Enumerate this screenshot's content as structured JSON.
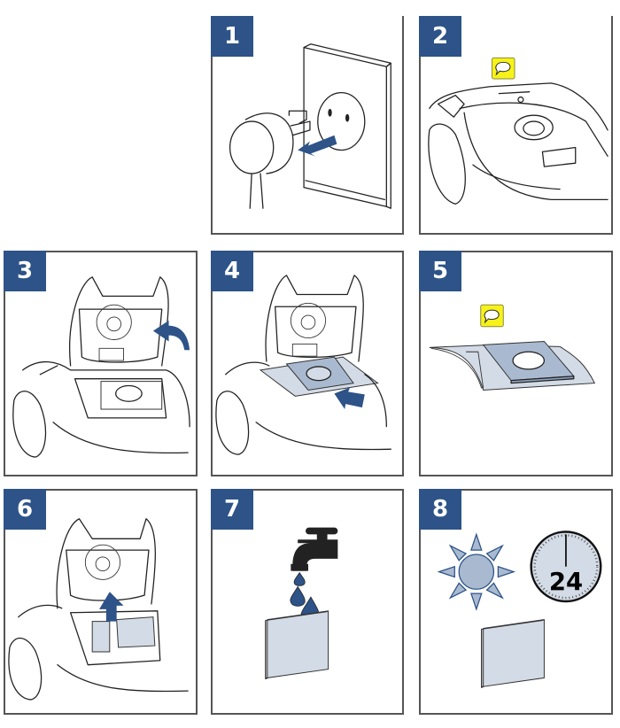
{
  "document": {
    "type": "instruction-steps",
    "subject": "vacuum cleaner dust bag / filter replacement"
  },
  "steps": [
    {
      "number": "1",
      "description": "unplug-from-wall-socket",
      "icons": [
        "plug-icon",
        "wall-socket-icon",
        "arrow-left-icon"
      ]
    },
    {
      "number": "2",
      "description": "vacuum-cleaner-closed",
      "icons": [
        "vacuum-cleaner-icon",
        "note-icon"
      ]
    },
    {
      "number": "3",
      "description": "open-lid",
      "icons": [
        "vacuum-open-icon",
        "curved-arrow-icon"
      ]
    },
    {
      "number": "4",
      "description": "slide-dust-bag-holder",
      "icons": [
        "vacuum-open-icon",
        "arrow-up-right-icon"
      ]
    },
    {
      "number": "5",
      "description": "dust-bag",
      "icons": [
        "dust-bag-icon",
        "note-icon"
      ]
    },
    {
      "number": "6",
      "description": "remove-filter",
      "icons": [
        "vacuum-open-icon",
        "arrow-up-icon"
      ]
    },
    {
      "number": "7",
      "description": "rinse-filter-under-tap",
      "icons": [
        "faucet-icon",
        "water-drop-icon",
        "filter-icon"
      ]
    },
    {
      "number": "8",
      "description": "dry-filter-24-hours",
      "icons": [
        "sun-icon",
        "clock-icon",
        "filter-icon"
      ],
      "clock_label": "24"
    }
  ],
  "colors": {
    "badge": "#2d5388",
    "accent_blue": "#2d5388",
    "pale_blue": "#d3dbe6",
    "note_yellow": "#f7f21a",
    "border": "#555555"
  }
}
